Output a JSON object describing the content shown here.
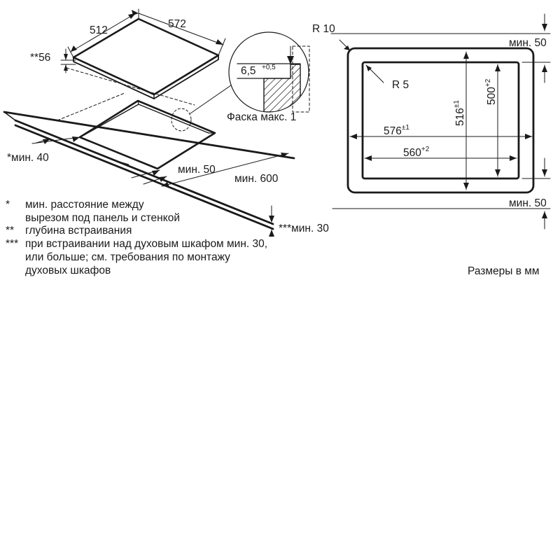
{
  "colors": {
    "ink": "#1a1a1a",
    "background": "#ffffff",
    "border_fill": "#ffffff"
  },
  "hob": {
    "width": "572",
    "depth": "512",
    "height": "**56",
    "wall_gap": "*мин. 40",
    "front_min": "мин. 50",
    "worktop_depth": "мин. 600",
    "oven_gap": "***мин. 30"
  },
  "detail": {
    "dimension": "6,5",
    "tolerance": "+0,5",
    "chamfer": "Фаска макс. 1"
  },
  "cutout": {
    "outer_radius": "R 10",
    "inner_radius": "R 5",
    "outer_width": "576",
    "outer_width_tol": "±1",
    "inner_width": "560",
    "inner_width_tol": "+2",
    "outer_depth": "516",
    "outer_depth_tol": "±1",
    "inner_depth": "500",
    "inner_depth_tol": "+2",
    "top_min": "мин. 50",
    "bottom_min": "мин. 50"
  },
  "notes": [
    {
      "mark": "*",
      "lines": [
        "мин. расстояние между",
        "вырезом под панель и стенкой"
      ]
    },
    {
      "mark": "**",
      "lines": [
        "глубина встраивания"
      ]
    },
    {
      "mark": "***",
      "lines": [
        "при встраивании над духовым шкафом мин. 30,",
        "или больше; см. требования по монтажу",
        "духовых шкафов"
      ]
    }
  ],
  "units_note": "Размеры в мм"
}
